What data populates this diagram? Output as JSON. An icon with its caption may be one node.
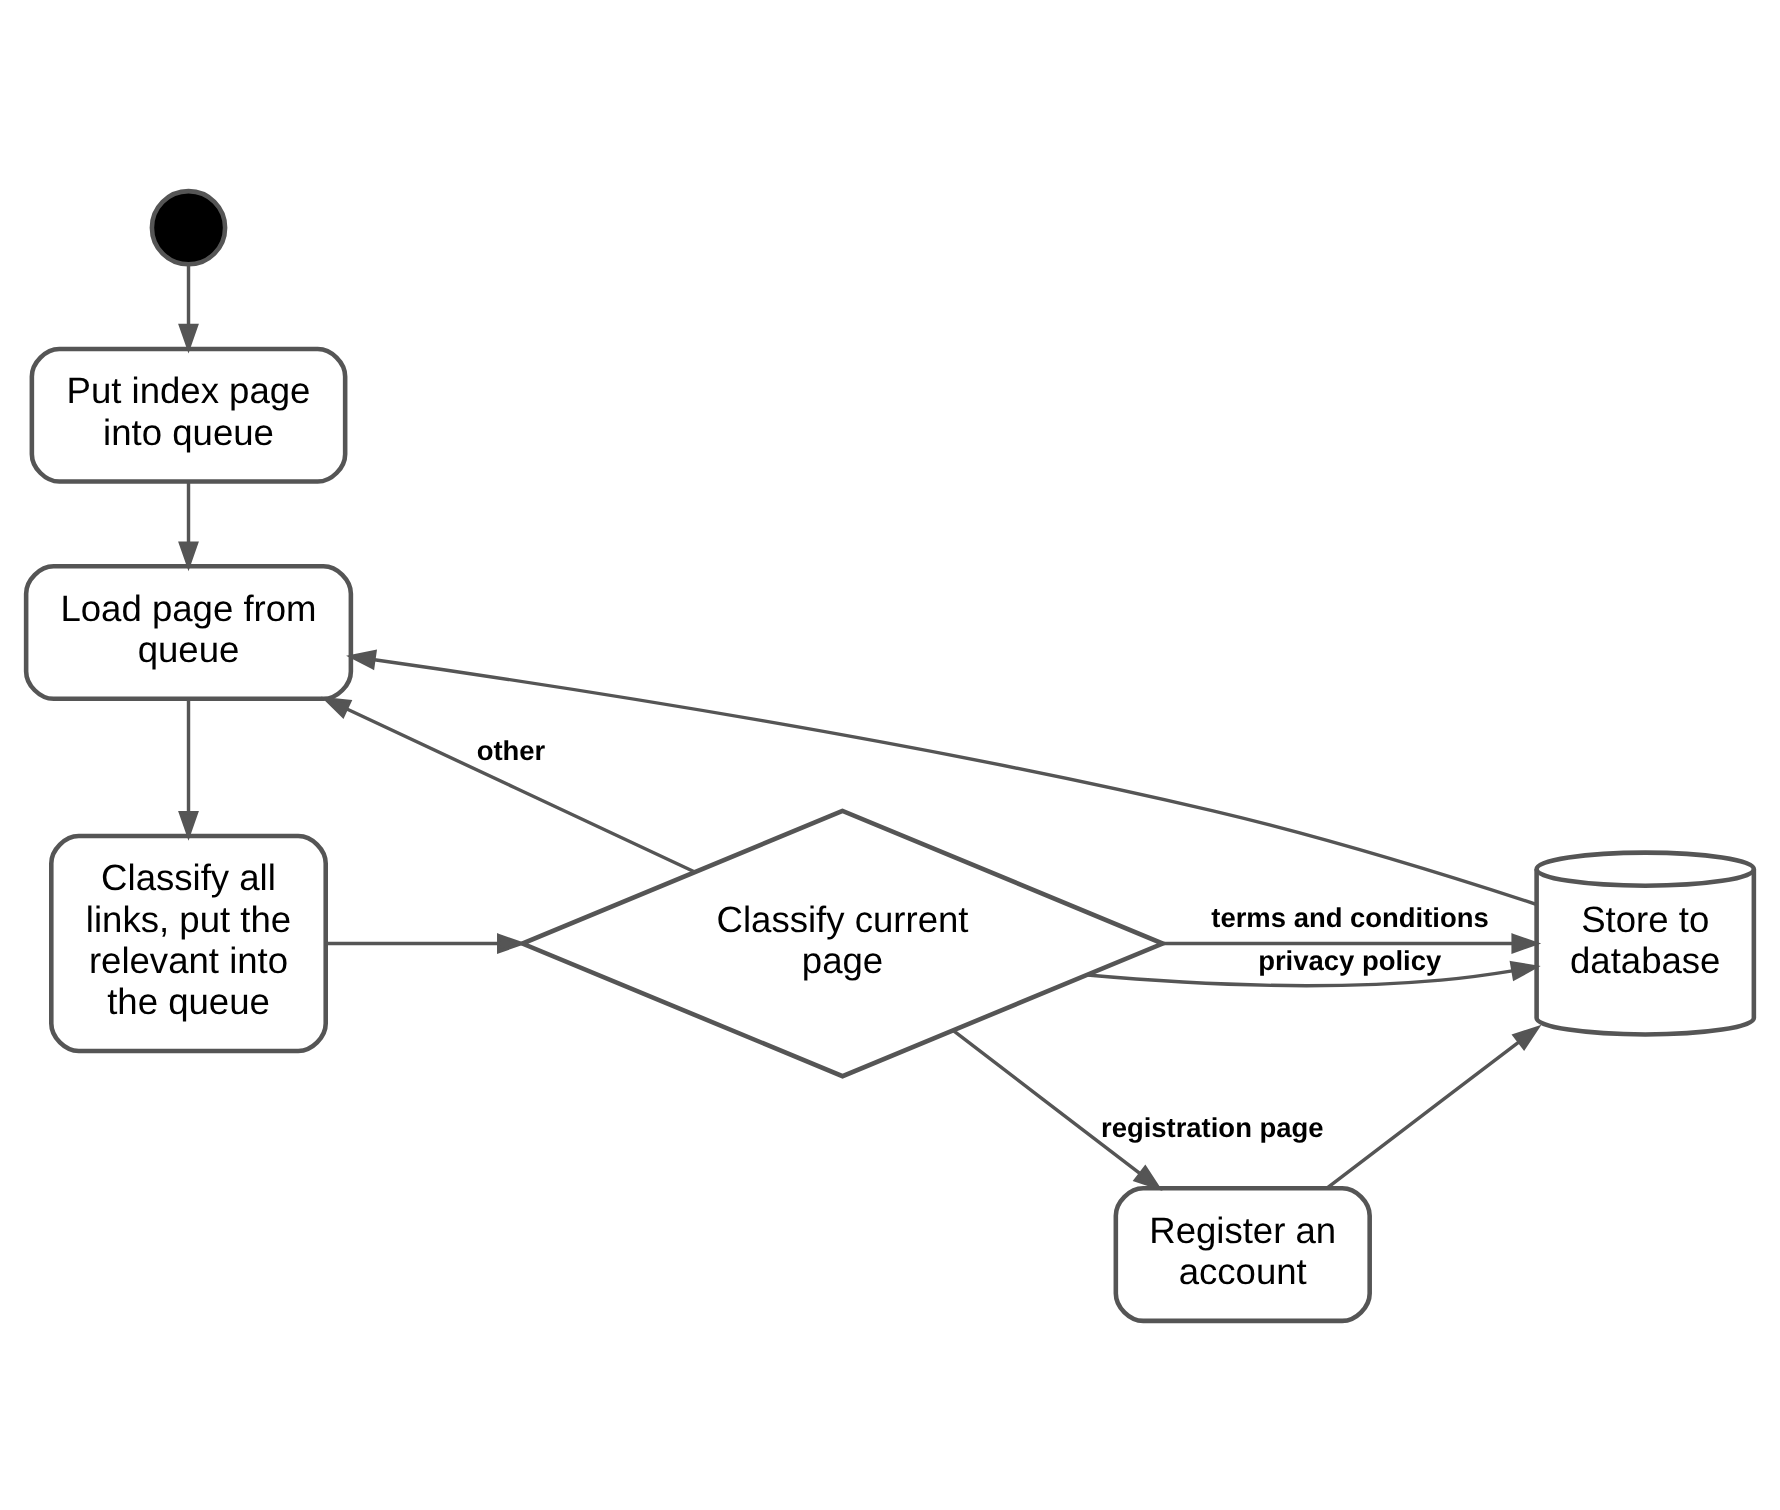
{
  "diagram": {
    "nodes": [
      {
        "text": [],
        "shape": "circle"
      },
      {
        "text": [
          "Put index page into queue"
        ]
      },
      {
        "text": [
          "Load page from queue"
        ]
      },
      {
        "text": [
          "Classify all links, put the relevant into the queue"
        ]
      },
      {
        "text": [
          "Classify current page"
        ]
      },
      {
        "text": [
          "Register an account"
        ]
      },
      {
        "text": [
          "Store to database"
        ]
      }
    ],
    "edges": [
      {
        "from": 0,
        "to": 1,
        "arrow": "to"
      },
      {
        "from": 1,
        "to": 2,
        "arrow": "to"
      },
      {
        "from": 2,
        "to": 3,
        "arrow": "to"
      },
      {
        "from": 3,
        "to": 4,
        "arrow": "to"
      },
      {
        "from": 4,
        "to": 2,
        "arrow": "to",
        "label": "other"
      },
      {
        "from": 4,
        "to": 5,
        "arrow": "to",
        "label": "registration page"
      },
      {
        "from": 5,
        "to": 6,
        "arrow": "to"
      },
      {
        "from": 4,
        "to": 6,
        "arrow": "to",
        "label": "privacy policy"
      },
      {
        "from": 4,
        "to": 6,
        "arrow": "to",
        "label": "terms and conditions"
      },
      {
        "from": 6,
        "to": 2,
        "arrow": "to"
      }
    ]
  }
}
